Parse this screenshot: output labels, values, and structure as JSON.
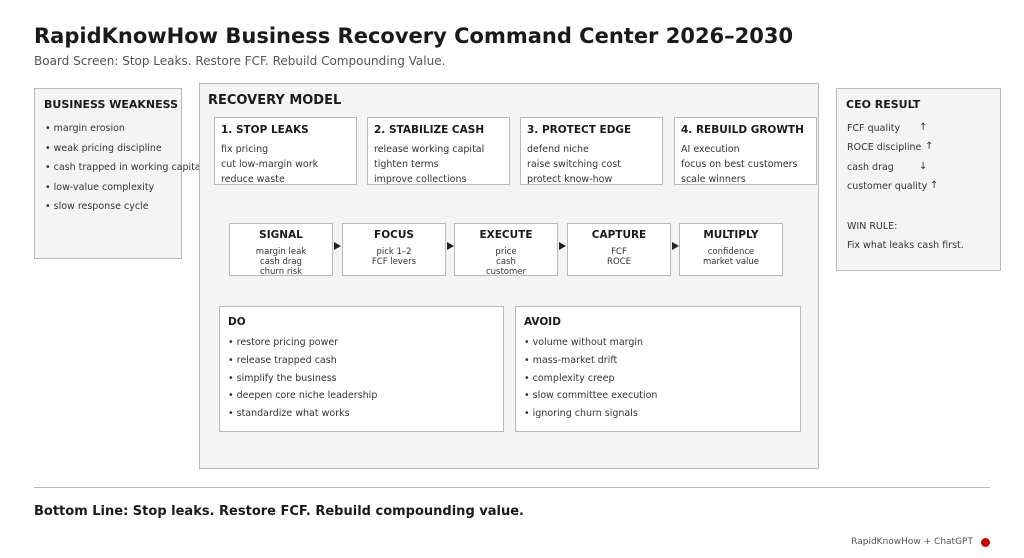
{
  "header": {
    "title": "RapidKnowHow Business Recovery Command Center 2026–2030",
    "subtitle": "Board Screen: Stop Leaks. Restore FCF. Rebuild Compounding Value."
  },
  "weakness": {
    "title": "BUSINESS WEAKNESS",
    "items": [
      "margin erosion",
      "weak pricing discipline",
      "cash trapped in working capital",
      "low-value complexity",
      "slow response cycle"
    ]
  },
  "model": {
    "title": "RECOVERY MODEL",
    "steps": [
      {
        "title": "1. STOP LEAKS",
        "lines": [
          "fix pricing",
          "cut low-margin work",
          "reduce waste"
        ]
      },
      {
        "title": "2. STABILIZE CASH",
        "lines": [
          "release working capital",
          "tighten terms",
          "improve collections"
        ]
      },
      {
        "title": "3. PROTECT EDGE",
        "lines": [
          "defend niche",
          "raise switching cost",
          "protect know-how"
        ]
      },
      {
        "title": "4. REBUILD GROWTH",
        "lines": [
          "AI execution",
          "focus on best customers",
          "scale winners"
        ]
      }
    ],
    "flow": [
      {
        "title": "SIGNAL",
        "lines": [
          "margin leak",
          "cash drag",
          "churn risk"
        ]
      },
      {
        "title": "FOCUS",
        "lines": [
          "pick 1–2",
          "FCF levers"
        ]
      },
      {
        "title": "EXECUTE",
        "lines": [
          "price",
          "cash",
          "customer"
        ]
      },
      {
        "title": "CAPTURE",
        "lines": [
          "FCF",
          "ROCE"
        ]
      },
      {
        "title": "MULTIPLY",
        "lines": [
          "confidence",
          "market value"
        ]
      }
    ],
    "do": {
      "title": "DO",
      "items": [
        "restore pricing power",
        "release trapped cash",
        "simplify the business",
        "deepen core niche leadership",
        "standardize what works"
      ]
    },
    "avoid": {
      "title": "AVOID",
      "items": [
        "volume without margin",
        "mass-market drift",
        "complexity creep",
        "slow committee execution",
        "ignoring churn signals"
      ]
    }
  },
  "ceo": {
    "title": "CEO RESULT",
    "results": [
      {
        "label": "FCF quality",
        "arrow": "↑"
      },
      {
        "label": "ROCE discipline",
        "arrow": "↑"
      },
      {
        "label": "cash drag",
        "arrow": "↓"
      },
      {
        "label": "customer quality",
        "arrow": "↑"
      }
    ],
    "win_rule_label": "WIN RULE:",
    "win_rule_text": "Fix what leaks cash first."
  },
  "footer": {
    "bottom_line": "Bottom Line: Stop leaks. Restore FCF. Rebuild compounding value.",
    "credit": "RapidKnowHow + ChatGPT"
  },
  "colors": {
    "panel_bg": "#f4f4f4",
    "border": "#b9b9b9",
    "accent_dot": "#cc0000"
  }
}
